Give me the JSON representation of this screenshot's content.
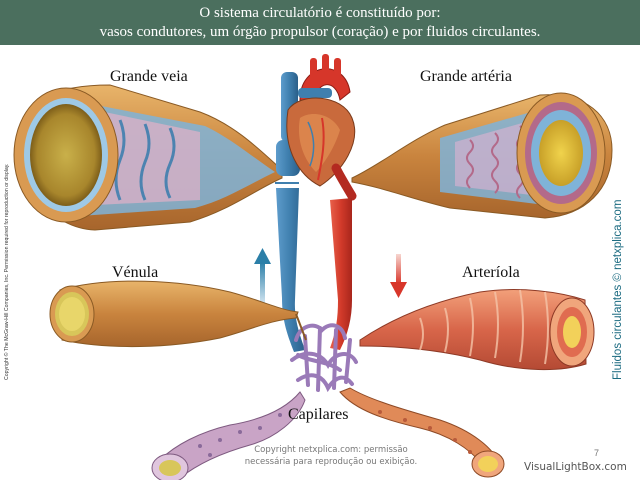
{
  "header": {
    "line1": "O sistema circulatório é constituído por:",
    "line2": "vasos condutores, um órgão propulsor (coração) e por fluidos circulantes."
  },
  "labels": {
    "grande_veia": "Grande veia",
    "grande_arteria": "Grande artéria",
    "venula": "Vénula",
    "arteriola": "Arteríola",
    "capilares": "Capilares"
  },
  "side_credit": "Fluidos circulantes © netxplica.com",
  "copyright_vertical": "Copyright © The McGraw-Hill Companies, Inc. Permission required for reproduction or display.",
  "footer": {
    "line1": "Copyright netxplica.com: permissão",
    "line2": "necessária para reprodução ou exibição."
  },
  "page_number": "7",
  "watermark": "VisualLightBox.com",
  "colors": {
    "header_bg": "#4b6f5e",
    "vein": "#3f7fae",
    "artery": "#d23a2a",
    "capillary": "#9a7ab8",
    "wall_outer": "#d99a52",
    "credit": "#1a6a80"
  }
}
